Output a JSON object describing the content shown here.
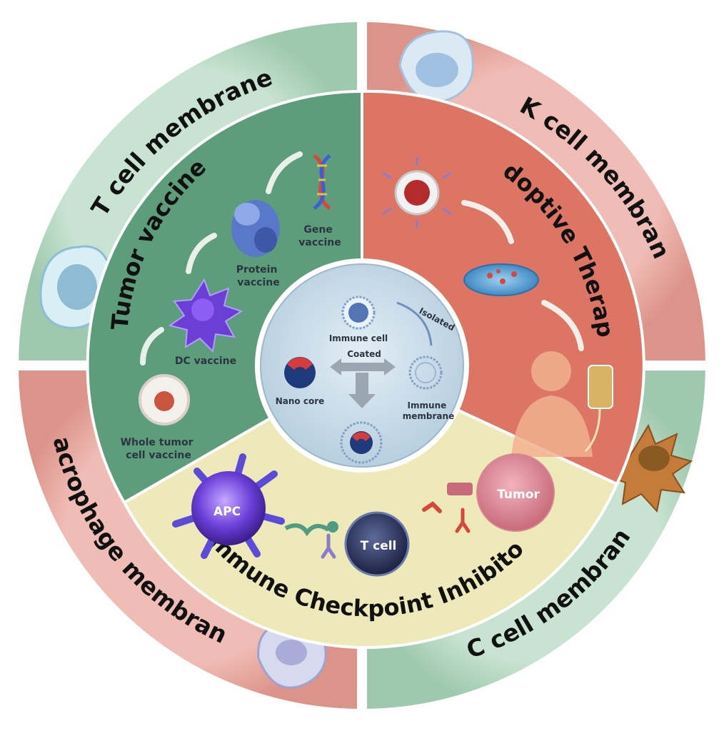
{
  "outer_ring": {
    "t_cell_membrane": "T cell membrane",
    "nk_cell_membrane": "NK cell membrane",
    "dc_cell_membrane": "DC cell membrane",
    "macrophage_membrane": "Macrophage membrane"
  },
  "sectors": {
    "tumor_vaccine": {
      "title": "Tumor vaccine",
      "gene_vaccine": [
        "Gene",
        "vaccine"
      ],
      "protein_vaccine": [
        "Protein",
        "vaccine"
      ],
      "dc_vaccine": "DC vaccine",
      "whole_tumor_cell_vaccine": [
        "Whole tumor",
        "cell vaccine"
      ]
    },
    "adoptive_therapy": {
      "title": "Adoptive Therapy"
    },
    "immune_checkpoint_inhibitor": {
      "title": "Immune Checkpoint Inhibitor",
      "apc": "APC",
      "t_cell": "T cell",
      "tumor": "Tumor"
    }
  },
  "center": {
    "immune_cell": "Immune cell",
    "isolated": "Isolated",
    "coated": "Coated",
    "nano_core": "Nano core",
    "immune_membrane": [
      "Immune",
      "membrane"
    ]
  },
  "colors": {
    "green_outer": "#b9d9c4",
    "red_outer": "#e8aaa3",
    "green_sector": "#5e9d7c",
    "red_sector": "#dd7565",
    "cream_sector": "#eee9b8",
    "center_disc": "#cfe0ec"
  }
}
